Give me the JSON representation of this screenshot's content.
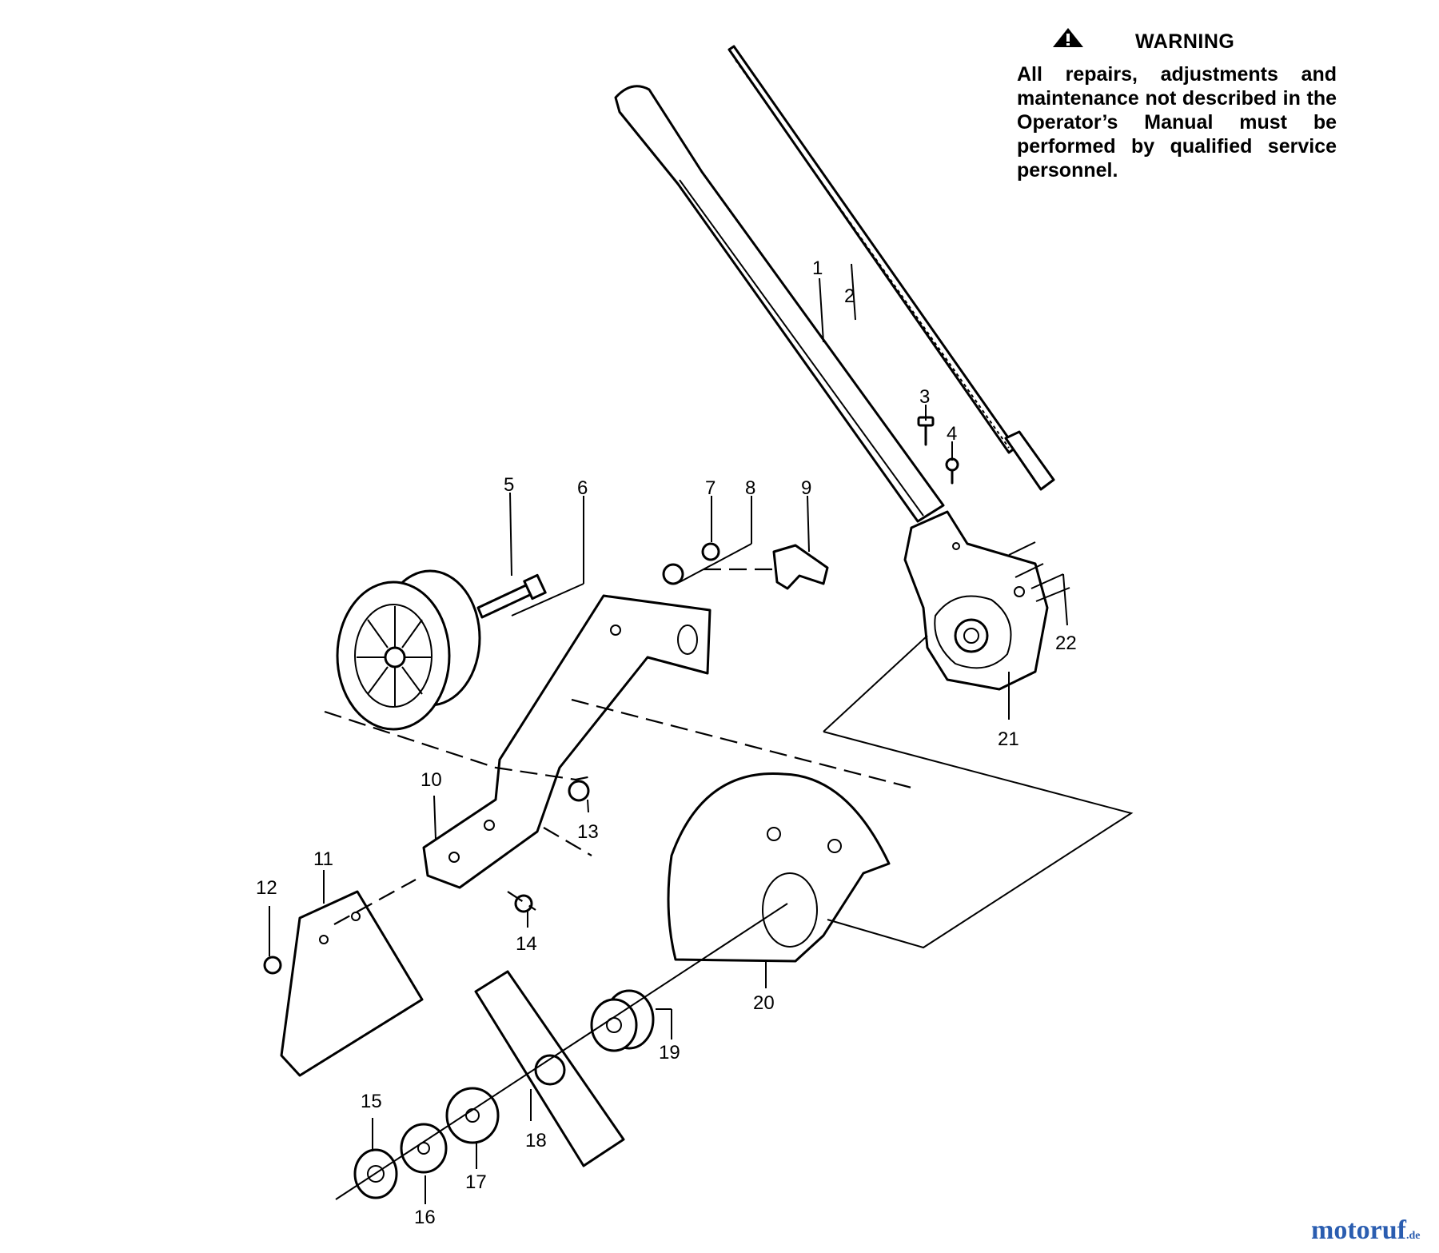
{
  "warning": {
    "icon": "warning-triangle-icon",
    "title": "WARNING",
    "text": "All repairs, adjustments and maintenance not described in the Operator’s Manual must be performed by qualified service personnel."
  },
  "callouts": [
    "1",
    "2",
    "3",
    "4",
    "5",
    "6",
    "7",
    "8",
    "9",
    "10",
    "11",
    "12",
    "13",
    "14",
    "15",
    "16",
    "17",
    "18",
    "19",
    "20",
    "21",
    "22"
  ],
  "watermark": {
    "brand": "motoruf",
    "suffix": ".de",
    "color": "#2a5db0"
  }
}
